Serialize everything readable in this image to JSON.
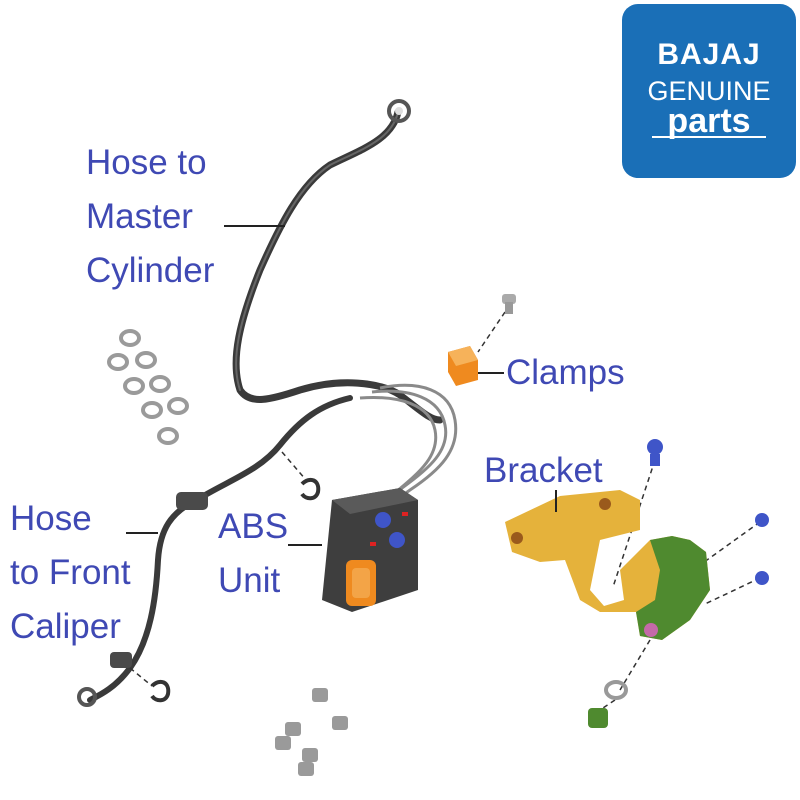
{
  "labels": {
    "hose_master_1": "Hose to",
    "hose_master_2": "Master",
    "hose_master_3": "Cylinder",
    "clamps": "Clamps",
    "bracket": "Bracket",
    "hose_front_1": "Hose",
    "hose_front_2": "to Front",
    "hose_front_3": "Caliper",
    "abs_1": "ABS",
    "abs_2": "Unit"
  },
  "logo": {
    "brand": "BAJAJ",
    "line2": "GENUINE",
    "line3": "parts"
  },
  "colors": {
    "label_text": "#3f49b4",
    "logo_bg": "#1a6fb7",
    "hose": "#3a3a3a",
    "bracket_yellow": "#e5b23b",
    "bracket_green": "#4f8a2f",
    "abs_orange": "#ef8a1f",
    "bolt_blue": "#3f55c8"
  }
}
